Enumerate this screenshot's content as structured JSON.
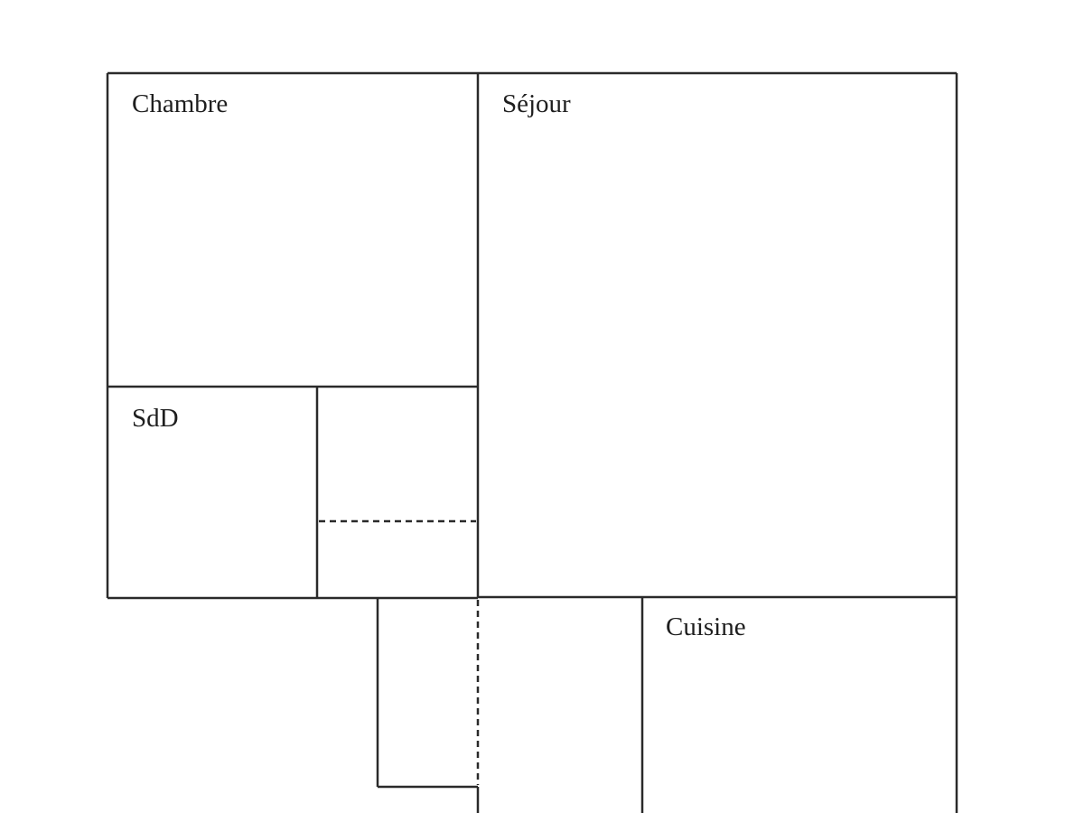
{
  "floor_plan": {
    "rooms": [
      {
        "id": "chambre",
        "label": "Chambre"
      },
      {
        "id": "sejour",
        "label": "Séjour"
      },
      {
        "id": "sdd",
        "label": "SdD"
      },
      {
        "id": "cuisine",
        "label": "Cuisine"
      }
    ]
  }
}
